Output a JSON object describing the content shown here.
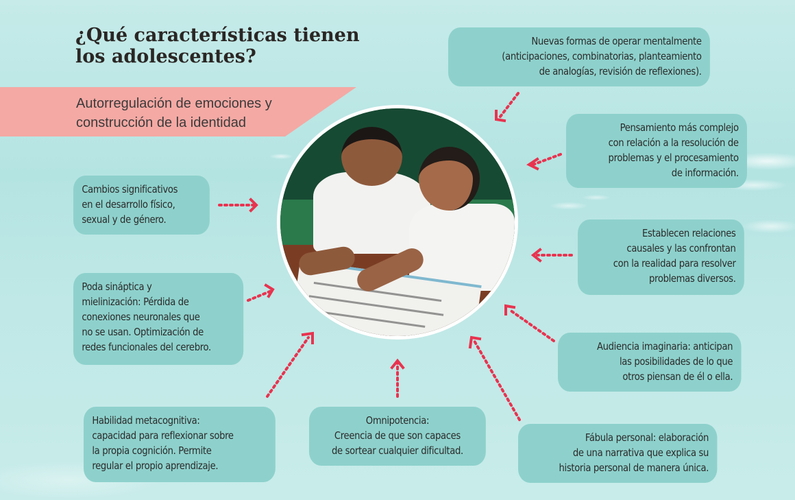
{
  "page": {
    "title_lines": [
      "¿Qué características tienen",
      "los adolescentes?"
    ],
    "banner_lines": [
      "Autorregulación de emociones y",
      "construcción de la identidad"
    ],
    "photo_description": "Two adolescent students in white uniforms writing on a poster at a desk",
    "accent_color": "#e8334f",
    "box_color": "#8ed1cc",
    "banner_color": "#f4a9a4"
  },
  "boxes": [
    {
      "id": "nuevas-formas",
      "lines": [
        "Nuevas formas de operar mentalmente",
        "(anticipaciones, combinatorias, planteamiento",
        "de analogías, revisión de reflexiones)."
      ]
    },
    {
      "id": "pensamiento-complejo",
      "lines": [
        "Pensamiento más complejo",
        "con relación a la resolución de",
        "problemas y el procesamiento",
        "de información."
      ]
    },
    {
      "id": "relaciones-causales",
      "lines": [
        "Establecen relaciones",
        "causales y las confrontan",
        "con la realidad para resolver",
        "problemas diversos."
      ]
    },
    {
      "id": "audiencia-imaginaria",
      "lines": [
        "Audiencia imaginaria: anticipan",
        "las posibilidades de lo que",
        "otros piensan de él o ella."
      ]
    },
    {
      "id": "fabula-personal",
      "lines": [
        "Fábula personal: elaboración",
        "de una narrativa que explica su",
        "historia personal de manera única."
      ]
    },
    {
      "id": "omnipotencia",
      "lines": [
        "Omnipotencia:",
        "Creencia de que son capaces",
        "de sortear cualquier dificultad."
      ]
    },
    {
      "id": "habilidad-metacognitiva",
      "lines": [
        "Habilidad metacognitiva:",
        "capacidad para reflexionar sobre",
        "la propia cognición. Permite",
        "regular el propio aprendizaje."
      ]
    },
    {
      "id": "poda-sinaptica",
      "lines": [
        "Poda sináptica y",
        "mielinización: Pérdida de",
        "conexiones neuronales que",
        "no se usan. Optimización de",
        "redes funcionales del cerebro."
      ]
    },
    {
      "id": "cambios-significativos",
      "lines": [
        "Cambios significativos",
        "en el desarrollo físico,",
        "sexual y de género."
      ]
    }
  ]
}
